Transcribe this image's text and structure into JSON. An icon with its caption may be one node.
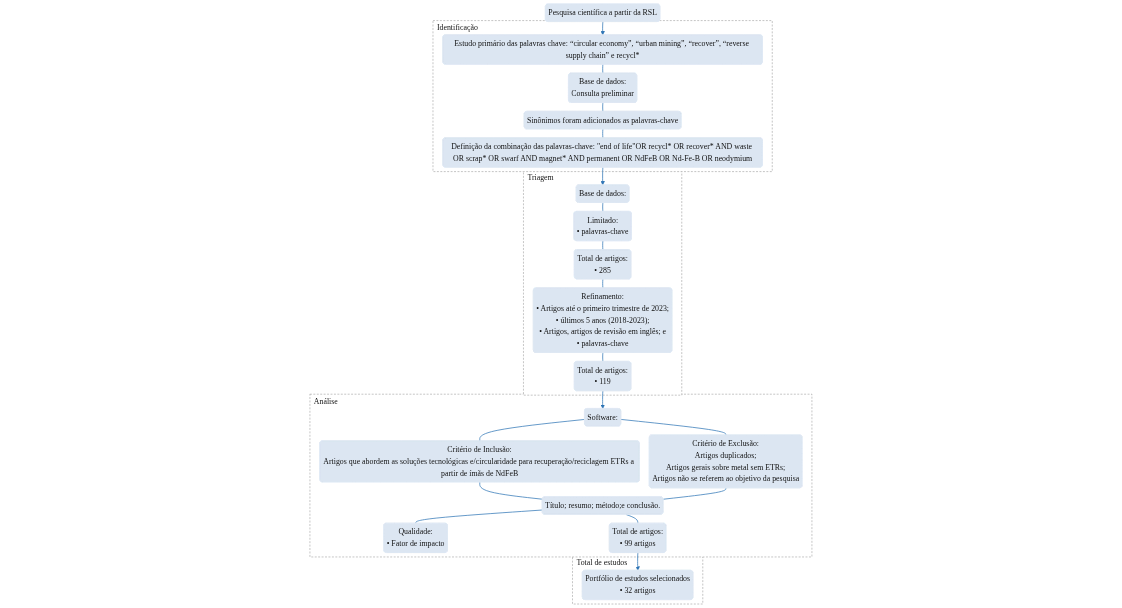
{
  "diagram": {
    "nodes": [
      {
        "text": [
          "Pesquisa científica a partir da RSL"
        ]
      },
      {
        "text": [
          "Identificação"
        ]
      },
      {
        "text": [
          "Estudo primário das palavras chave: “circular economy”, “urban mining”, “recover”, “reverse supply chain” e recycl*"
        ],
        "in": 1
      },
      {
        "text": [
          "Base de dados:",
          "Consulta preliminar"
        ],
        "in": 1
      },
      {
        "text": [
          "Sinônimos foram adicionados as palavras-chave"
        ],
        "in": 1
      },
      {
        "text": [
          "Definição da combinação das palavras-chave: \"end of life\"OR recycl* OR recover* AND waste OR scrap* OR swarf AND magnet* AND permanent OR NdFeB OR Nd-Fe-B OR neodymium"
        ],
        "in": 1
      },
      {
        "text": [
          "Triagem"
        ]
      },
      {
        "text": [
          "Base de dados:"
        ],
        "in": 6
      },
      {
        "text": [
          "Limitado:",
          "• palavras-chave"
        ],
        "in": 6
      },
      {
        "text": [
          "Total de artigos:",
          "• 285"
        ],
        "in": 6
      },
      {
        "text": [
          "Refinamento:",
          "• Artigos até o primeiro trimestre de 2023;",
          "• últimos 5 anos (2018-2023);",
          "• Artigos, artigos de revisão em inglês; e",
          "• palavras-chave"
        ],
        "in": 6
      },
      {
        "text": [
          "Total de artigos:",
          "• 119"
        ],
        "in": 6
      },
      {
        "text": [
          "Análise"
        ]
      },
      {
        "text": [
          "Software:"
        ],
        "in": 12
      },
      {
        "text": [
          "Critério de Inclusão:",
          "Artigos que abordem as soluções tecnológicas e/circularidade para recuperação/reciclagem ETRs a partir de ímãs de NdFeB"
        ],
        "in": 12
      },
      {
        "text": [
          "Critério de Exclusão:",
          "Artigos duplicados;",
          "Artigos gerais sobre metal sem ETRs;",
          "Artigos não se referem ao objetivo da pesquisa"
        ],
        "in": 12
      },
      {
        "text": [
          "Título; resumo; método;e conclusão."
        ],
        "in": 12
      },
      {
        "text": [
          "Qualidade:",
          "• Fator de impacto"
        ],
        "in": 12
      },
      {
        "text": [
          "Total de artigos:",
          "• 99 artigos"
        ],
        "in": 12
      },
      {
        "text": [
          "Total de estudos"
        ]
      },
      {
        "text": [
          "Portfólio de estudos selecionados",
          "• 32 artigos"
        ],
        "in": 19
      }
    ],
    "edges": [
      {
        "from": 0,
        "to": 2,
        "arrow": "to"
      },
      {
        "from": 2,
        "to": 3,
        "arrow": "none"
      },
      {
        "from": 3,
        "to": 4,
        "arrow": "none"
      },
      {
        "from": 4,
        "to": 5,
        "arrow": "none"
      },
      {
        "from": 5,
        "to": 7,
        "arrow": "to"
      },
      {
        "from": 7,
        "to": 8,
        "arrow": "none"
      },
      {
        "from": 8,
        "to": 9,
        "arrow": "none"
      },
      {
        "from": 9,
        "to": 10,
        "arrow": "none"
      },
      {
        "from": 10,
        "to": 11,
        "arrow": "none"
      },
      {
        "from": 11,
        "to": 13,
        "arrow": "to"
      },
      {
        "from": 13,
        "to": 14,
        "arrow": "none"
      },
      {
        "from": 13,
        "to": 15,
        "arrow": "none"
      },
      {
        "from": 14,
        "to": 16,
        "arrow": "none"
      },
      {
        "from": 15,
        "to": 16,
        "arrow": "none"
      },
      {
        "from": 16,
        "to": 17,
        "arrow": "none"
      },
      {
        "from": 16,
        "to": 18,
        "arrow": "none"
      },
      {
        "from": 18,
        "to": 20,
        "arrow": "to"
      }
    ]
  }
}
